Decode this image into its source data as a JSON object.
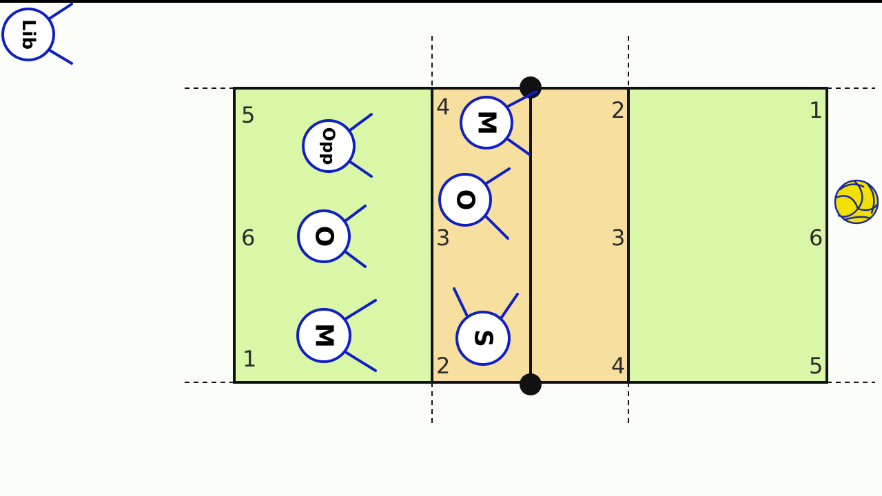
{
  "colors": {
    "court_fill": "#d9f7a6",
    "front_zone_fill": "#f7dfa0",
    "line": "#111111",
    "player_stroke": "#1020c0",
    "player_fill": "#ffffff",
    "ball_yellow": "#f2e000",
    "ball_seam": "#1a2a9a"
  },
  "zones": {
    "left_court": [
      "5",
      "6",
      "1"
    ],
    "left_front": [
      "4",
      "3",
      "2"
    ],
    "right_front": [
      "2",
      "3",
      "4"
    ],
    "right_court": [
      "1",
      "6",
      "5"
    ]
  },
  "players": [
    {
      "label": "Lib",
      "role": "libero"
    },
    {
      "label": "Opp",
      "role": "opposite"
    },
    {
      "label": "O",
      "role": "outside"
    },
    {
      "label": "M",
      "role": "middle"
    },
    {
      "label": "M",
      "role": "middle"
    },
    {
      "label": "O",
      "role": "outside"
    },
    {
      "label": "S",
      "role": "setter"
    }
  ],
  "icons": {
    "ball": "volleyball-icon"
  }
}
